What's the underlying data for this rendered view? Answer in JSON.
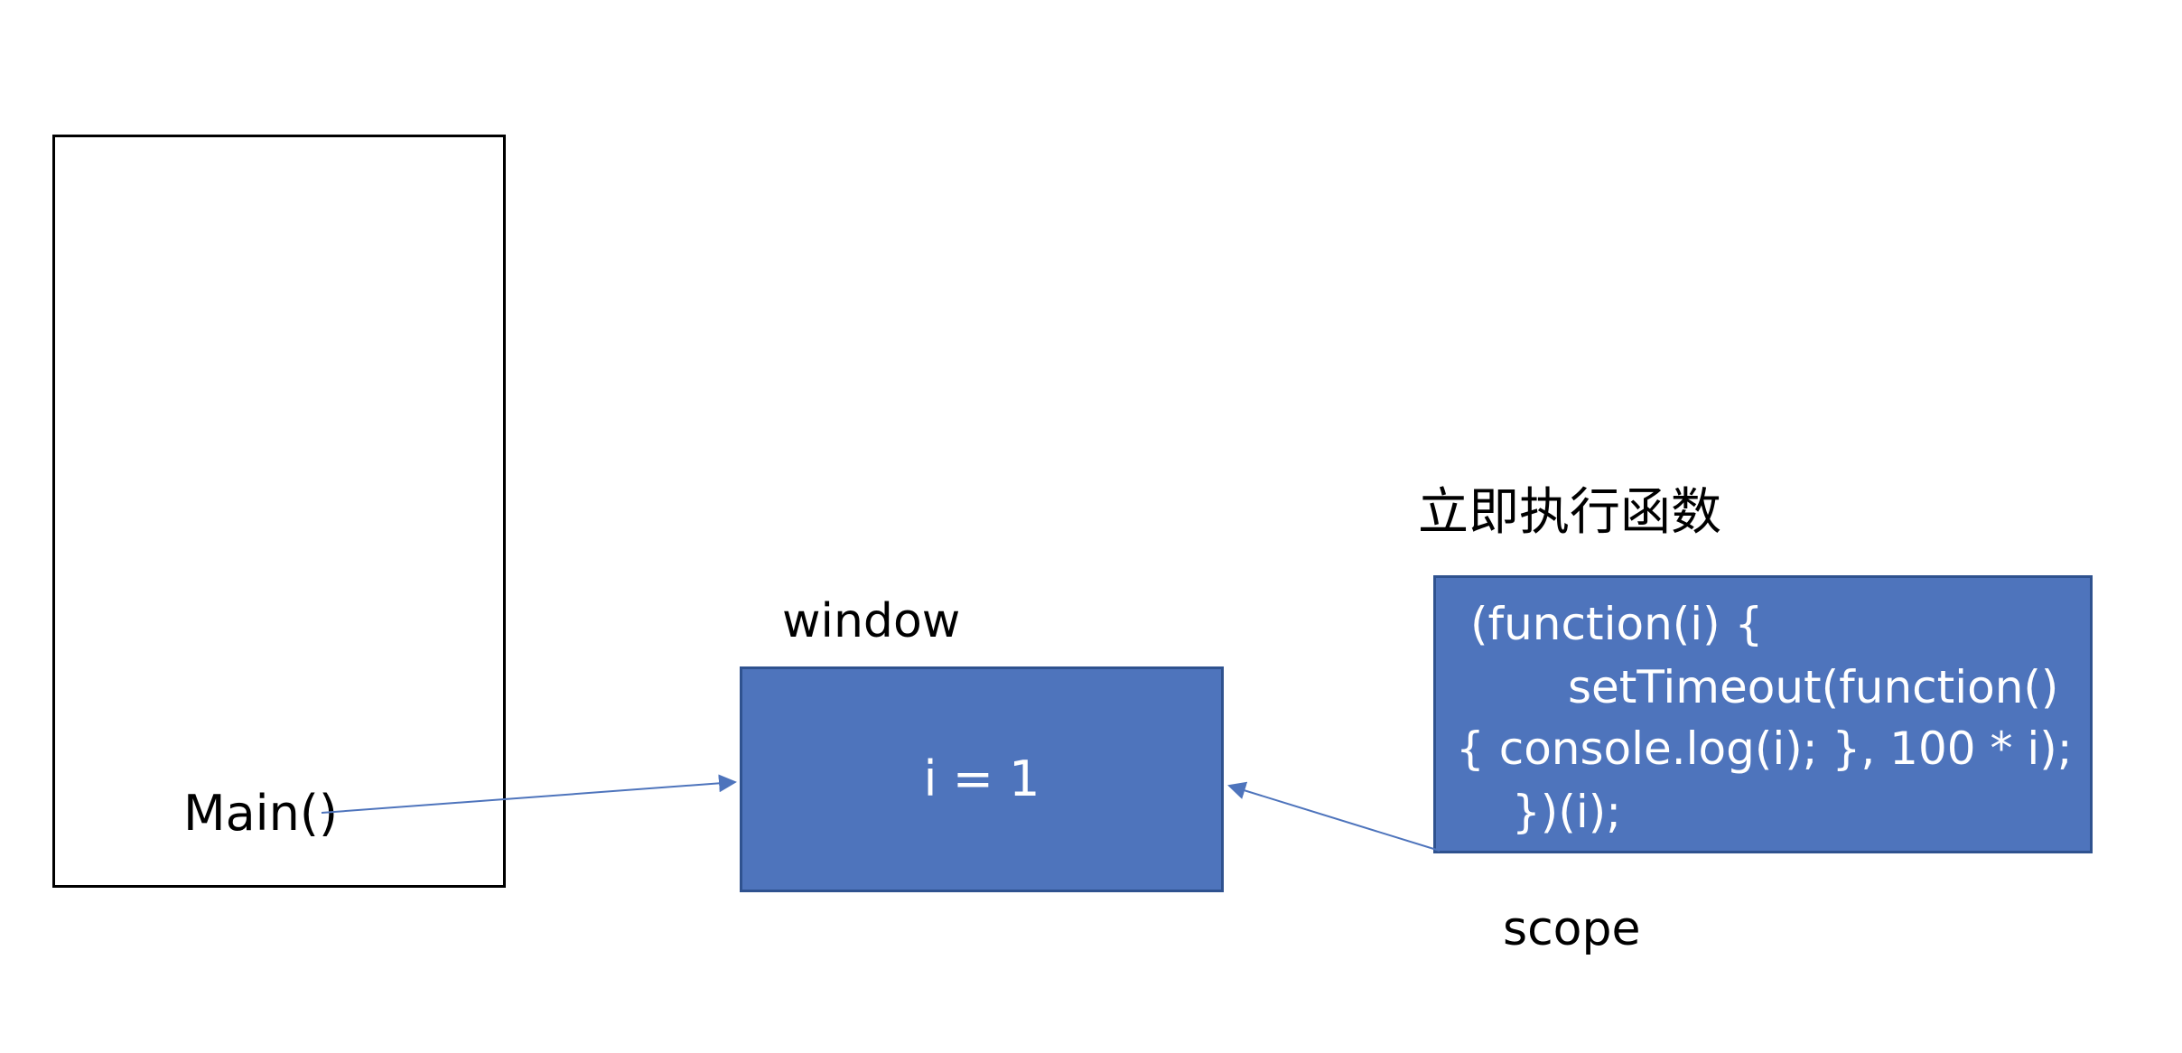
{
  "diagram": {
    "main_label": "Main()",
    "window_label": "window",
    "window_value": "i = 1",
    "iife_title": "立即执行函数",
    "scope_label": "scope",
    "code_lines": [
      "(function(i) {",
      "setTimeout(function()",
      "{ console.log(i); }, 100 * i);",
      "})(i);"
    ]
  },
  "colors": {
    "box_fill": "#4e74bc",
    "box_border": "#2f528f",
    "arrow": "#4e74bc",
    "text_dark": "#000000",
    "text_light": "#ffffff"
  }
}
